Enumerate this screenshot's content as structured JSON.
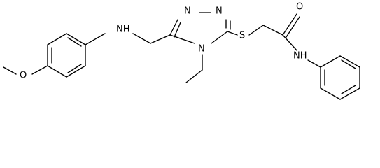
{
  "molecule": {
    "atoms": {
      "n_top_left": "N",
      "n_top_right": "N",
      "n_ring_bottom": "N",
      "sulfur": "S",
      "oxygen_carbonyl": "O",
      "amide_nh": "NH",
      "amine_nh": "NH",
      "oxygen_methoxy": "O"
    }
  }
}
